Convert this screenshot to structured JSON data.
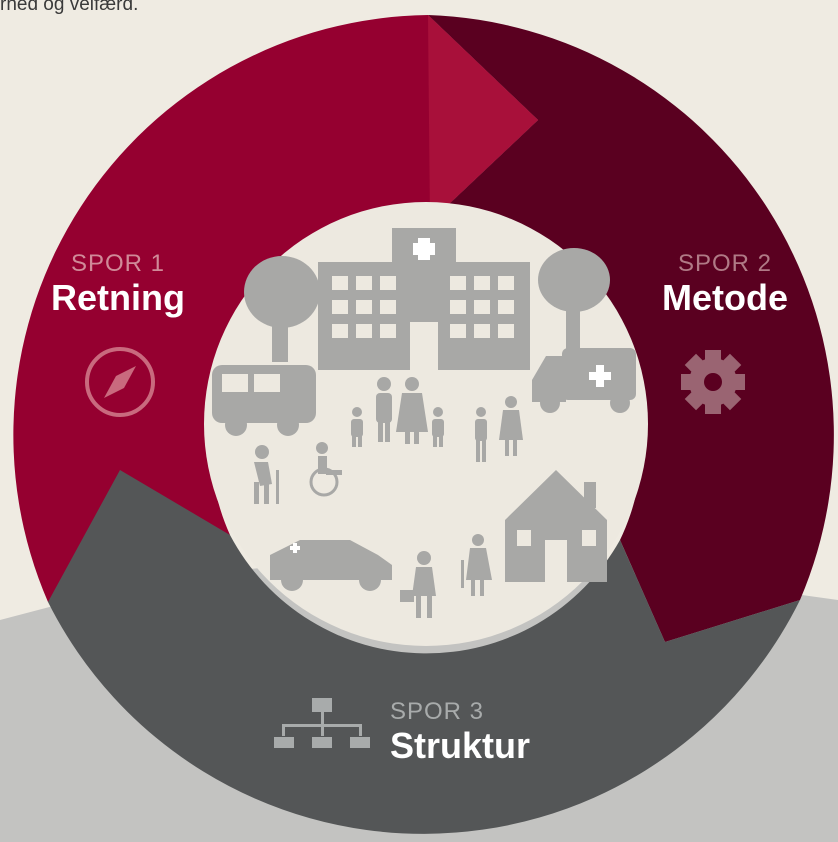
{
  "header": {
    "text": "rhed og velfærd."
  },
  "tracks": [
    {
      "number": "SPOR 1",
      "name": "Retning",
      "icon": "compass-icon",
      "color": "#950030"
    },
    {
      "number": "SPOR 2",
      "name": "Metode",
      "icon": "gear-icon",
      "color": "#5a0020"
    },
    {
      "number": "SPOR 3",
      "name": "Struktur",
      "icon": "org-chart-icon",
      "color": "#545657"
    }
  ],
  "center": {
    "icons": [
      "hospital-icon",
      "tree-icon",
      "bus-icon",
      "ambulance-icon",
      "family-icon",
      "elderly-icon",
      "wheelchair-icon",
      "car-icon",
      "house-icon",
      "person-with-briefcase-icon"
    ]
  },
  "colors": {
    "background": "#efebe2",
    "floor": "#c3c3c1",
    "center_circle": "#ede9e0",
    "icon_gray": "#a8a8a6"
  }
}
